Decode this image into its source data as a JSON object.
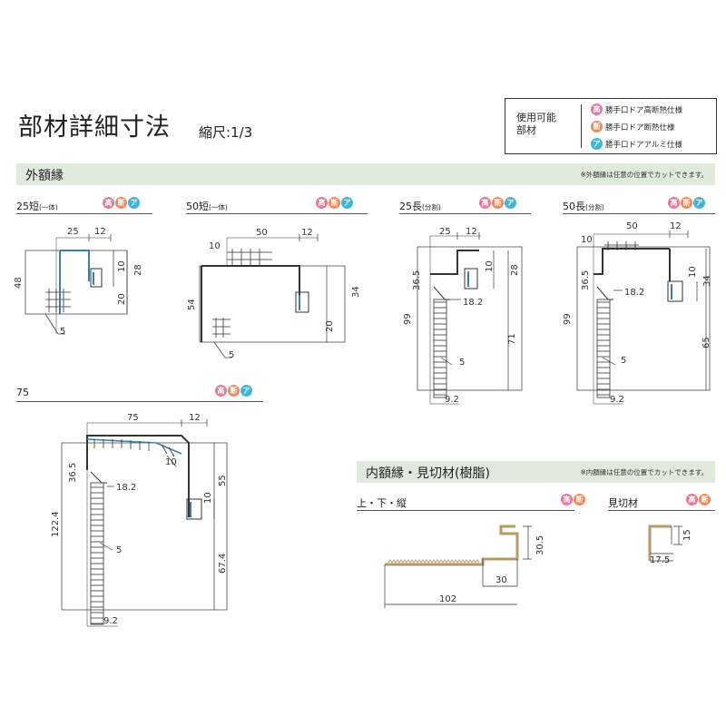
{
  "header": {
    "title": "部材詳細寸法",
    "scale": "縮尺:1/3"
  },
  "legend": {
    "heading_line1": "使用可能",
    "heading_line2": "部材",
    "items": [
      {
        "badge": "高",
        "text": "勝手口ドア高断熱仕様",
        "color": "#e8799a"
      },
      {
        "badge": "断",
        "text": "勝手口ドア断熱仕様",
        "color": "#ef8a5a"
      },
      {
        "badge": "ア",
        "text": "勝手口ドアアルミ仕様",
        "color": "#3fb4dc"
      }
    ]
  },
  "outer_frame": {
    "title": "外額縁",
    "note": "※外額縁は任意の位置でカットできます。",
    "sections": [
      {
        "label": "25短",
        "sub": "(一体)"
      },
      {
        "label": "50短",
        "sub": "(一体)"
      },
      {
        "label": "25長",
        "sub": "(分割)"
      },
      {
        "label": "50長",
        "sub": "(分割)"
      },
      {
        "label": "75",
        "sub": ""
      }
    ]
  },
  "inner_frame": {
    "title": "内額縁・見切材(樹脂)",
    "note": "※内額縁は任意の位置でカットできます。",
    "sections": [
      {
        "label": "上・下・縦"
      },
      {
        "label": "見切材"
      }
    ]
  },
  "badges": {
    "kou": "高",
    "dan": "断",
    "alu": "ア"
  },
  "dims": {
    "d25a": "25",
    "d12a": "12",
    "d48": "48",
    "d10a": "10",
    "d28a": "28",
    "d20a": "20",
    "d5a": "5",
    "d10b": "10",
    "d50b": "50",
    "d12b": "12",
    "d54": "54",
    "d34b": "34",
    "d20b": "20",
    "d5b": "5",
    "d25c": "25",
    "d12c": "12",
    "d36c": "36.5",
    "d10c": "10",
    "d28c": "28",
    "d18c": "18.2",
    "d99c": "99",
    "d71c": "71",
    "d5c": "5",
    "d92c": "9.2",
    "d50d": "50",
    "d12d": "12",
    "d10d1": "10",
    "d36d": "36.5",
    "d10d2": "10",
    "d34d": "34",
    "d18d": "18.2",
    "d99d": "99",
    "d65d": "65",
    "d5d": "5",
    "d92d": "9.2",
    "d75e": "75",
    "d12e": "12",
    "d10e1": "10",
    "d36e": "36.5",
    "d18e": "18.2",
    "d55e": "55",
    "d10e2": "10",
    "d122e": "122.4",
    "d67e": "67.4",
    "d5e": "5",
    "d92e": "9.2",
    "d305f": "30.5",
    "d30f": "30",
    "d102f": "102",
    "d15g": "15",
    "d175g": "17.5"
  }
}
